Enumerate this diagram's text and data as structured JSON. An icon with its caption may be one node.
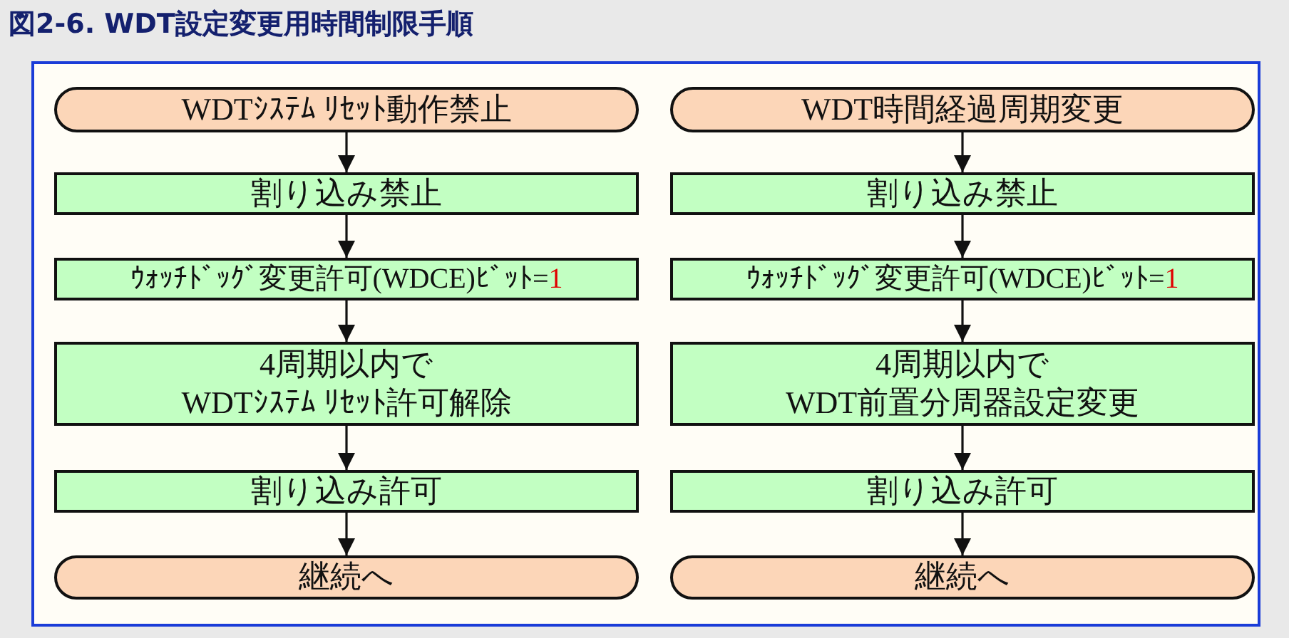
{
  "diagram": {
    "title": "図2-6. WDT設定変更用時間制限手順",
    "nodes": [
      {
        "text": [
          "WDTｼｽﾃﾑ ﾘｾｯﾄ動作禁止"
        ]
      },
      {
        "text": [
          "割り込み禁止"
        ]
      },
      {
        "text": [
          "ｳｫｯﾁﾄﾞｯｸﾞ変更許可(WDCE)ﾋﾞｯﾄ=1"
        ]
      },
      {
        "text": [
          "4周期以内でWDTｼｽﾃﾑ ﾘｾｯﾄ許可解除"
        ]
      },
      {
        "text": [
          "割り込み許可"
        ]
      },
      {
        "text": [
          "継続へ"
        ]
      },
      {
        "text": [
          "WDT時間経過周期変更"
        ]
      },
      {
        "text": [
          "割り込み禁止"
        ]
      },
      {
        "text": [
          "ｳｫｯﾁﾄﾞｯｸﾞ変更許可(WDCE)ﾋﾞｯﾄ=1"
        ]
      },
      {
        "text": [
          "4周期以内でWDT前置分周器設定変更"
        ]
      },
      {
        "text": [
          "割り込み許可"
        ]
      },
      {
        "text": [
          "継続へ"
        ]
      }
    ],
    "edges": [
      {
        "from": 0,
        "to": 1,
        "arrow": "to"
      },
      {
        "from": 1,
        "to": 2,
        "arrow": "to"
      },
      {
        "from": 2,
        "to": 3,
        "arrow": "to"
      },
      {
        "from": 3,
        "to": 4,
        "arrow": "to"
      },
      {
        "from": 4,
        "to": 5,
        "arrow": "to"
      },
      {
        "from": 6,
        "to": 7,
        "arrow": "to"
      },
      {
        "from": 7,
        "to": 8,
        "arrow": "to"
      },
      {
        "from": 8,
        "to": 9,
        "arrow": "to"
      },
      {
        "from": 9,
        "to": 10,
        "arrow": "to"
      },
      {
        "from": 10,
        "to": 11,
        "arrow": "to"
      }
    ]
  }
}
